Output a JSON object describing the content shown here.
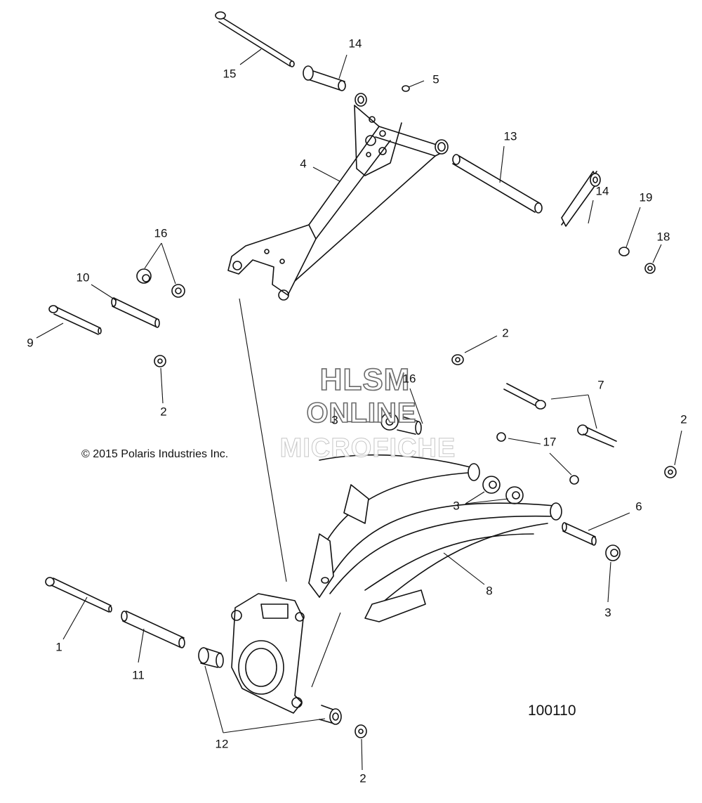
{
  "diagram": {
    "copyright": "© 2015 Polaris Industries Inc.",
    "figure_id": "100110",
    "watermark": [
      "HLSM",
      "ONLINE",
      "MICROFICHE"
    ],
    "callouts": [
      {
        "id": "c15",
        "text": "15"
      },
      {
        "id": "c14a",
        "text": "14"
      },
      {
        "id": "c5",
        "text": "5"
      },
      {
        "id": "c13",
        "text": "13"
      },
      {
        "id": "c14b",
        "text": "14"
      },
      {
        "id": "c19",
        "text": "19"
      },
      {
        "id": "c18",
        "text": "18"
      },
      {
        "id": "c4",
        "text": "4"
      },
      {
        "id": "c16a",
        "text": "16"
      },
      {
        "id": "c10",
        "text": "10"
      },
      {
        "id": "c9",
        "text": "9"
      },
      {
        "id": "c2a",
        "text": "2"
      },
      {
        "id": "c2b",
        "text": "2"
      },
      {
        "id": "c16b",
        "text": "16"
      },
      {
        "id": "c7",
        "text": "7"
      },
      {
        "id": "c3a",
        "text": "3"
      },
      {
        "id": "c2c",
        "text": "2"
      },
      {
        "id": "c17",
        "text": "17"
      },
      {
        "id": "c3b",
        "text": "3"
      },
      {
        "id": "c6",
        "text": "6"
      },
      {
        "id": "c8",
        "text": "8"
      },
      {
        "id": "c3c",
        "text": "3"
      },
      {
        "id": "c1",
        "text": "1"
      },
      {
        "id": "c11",
        "text": "11"
      },
      {
        "id": "c12",
        "text": "12"
      },
      {
        "id": "c2d",
        "text": "2"
      }
    ]
  }
}
